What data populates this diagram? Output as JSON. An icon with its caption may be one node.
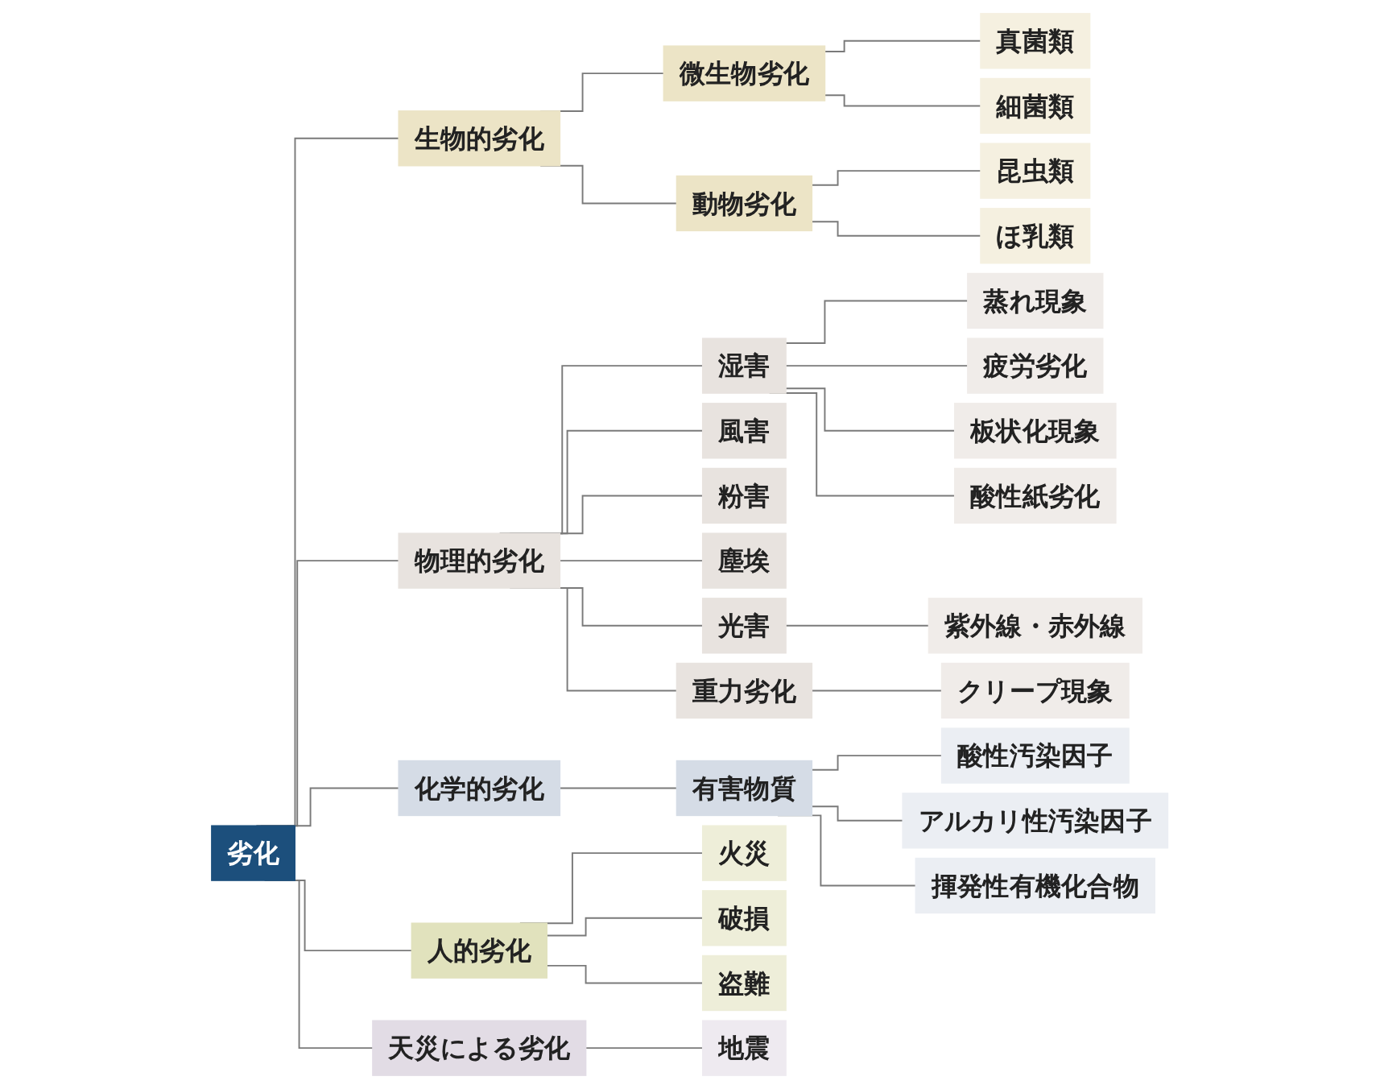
{
  "diagram": {
    "nodes": [
      {
        "text": [
          "劣化"
        ]
      },
      {
        "text": [
          "生物的劣化"
        ]
      },
      {
        "text": [
          "微生物劣化"
        ]
      },
      {
        "text": [
          "真菌類"
        ]
      },
      {
        "text": [
          "細菌類"
        ]
      },
      {
        "text": [
          "動物劣化"
        ]
      },
      {
        "text": [
          "昆虫類"
        ]
      },
      {
        "text": [
          "ほ乳類"
        ]
      },
      {
        "text": [
          "物理的劣化"
        ]
      },
      {
        "text": [
          "湿害"
        ]
      },
      {
        "text": [
          "蒸れ現象"
        ]
      },
      {
        "text": [
          "疲労劣化"
        ]
      },
      {
        "text": [
          "板状化現象"
        ]
      },
      {
        "text": [
          "酸性紙劣化"
        ]
      },
      {
        "text": [
          "風害"
        ]
      },
      {
        "text": [
          "粉害"
        ]
      },
      {
        "text": [
          "塵埃"
        ]
      },
      {
        "text": [
          "光害"
        ]
      },
      {
        "text": [
          "紫外線・赤外線"
        ]
      },
      {
        "text": [
          "重力劣化"
        ]
      },
      {
        "text": [
          "クリープ現象"
        ]
      },
      {
        "text": [
          "化学的劣化"
        ]
      },
      {
        "text": [
          "有害物質"
        ]
      },
      {
        "text": [
          "酸性汚染因子"
        ]
      },
      {
        "text": [
          "アルカリ性汚染因子"
        ]
      },
      {
        "text": [
          "揮発性有機化合物"
        ]
      },
      {
        "text": [
          "人的劣化"
        ]
      },
      {
        "text": [
          "火災"
        ]
      },
      {
        "text": [
          "破損"
        ]
      },
      {
        "text": [
          "盗難"
        ]
      },
      {
        "text": [
          "天災による劣化"
        ]
      },
      {
        "text": [
          "地震"
        ]
      }
    ],
    "edges": [
      {
        "from": 0,
        "to": 1,
        "arrow": "none"
      },
      {
        "from": 1,
        "to": 2,
        "arrow": "none"
      },
      {
        "from": 2,
        "to": 3,
        "arrow": "none"
      },
      {
        "from": 2,
        "to": 4,
        "arrow": "none"
      },
      {
        "from": 1,
        "to": 5,
        "arrow": "none"
      },
      {
        "from": 5,
        "to": 6,
        "arrow": "none"
      },
      {
        "from": 5,
        "to": 7,
        "arrow": "none"
      },
      {
        "from": 0,
        "to": 8,
        "arrow": "none"
      },
      {
        "from": 8,
        "to": 9,
        "arrow": "none"
      },
      {
        "from": 9,
        "to": 10,
        "arrow": "none"
      },
      {
        "from": 9,
        "to": 11,
        "arrow": "none"
      },
      {
        "from": 9,
        "to": 12,
        "arrow": "none"
      },
      {
        "from": 9,
        "to": 13,
        "arrow": "none"
      },
      {
        "from": 8,
        "to": 14,
        "arrow": "none"
      },
      {
        "from": 8,
        "to": 15,
        "arrow": "none"
      },
      {
        "from": 8,
        "to": 16,
        "arrow": "none"
      },
      {
        "from": 8,
        "to": 17,
        "arrow": "none"
      },
      {
        "from": 17,
        "to": 18,
        "arrow": "none"
      },
      {
        "from": 8,
        "to": 19,
        "arrow": "none"
      },
      {
        "from": 19,
        "to": 20,
        "arrow": "none"
      },
      {
        "from": 0,
        "to": 21,
        "arrow": "none"
      },
      {
        "from": 21,
        "to": 22,
        "arrow": "none"
      },
      {
        "from": 22,
        "to": 23,
        "arrow": "none"
      },
      {
        "from": 22,
        "to": 24,
        "arrow": "none"
      },
      {
        "from": 22,
        "to": 25,
        "arrow": "none"
      },
      {
        "from": 0,
        "to": 26,
        "arrow": "none"
      },
      {
        "from": 26,
        "to": 27,
        "arrow": "none"
      },
      {
        "from": 26,
        "to": 28,
        "arrow": "none"
      },
      {
        "from": 26,
        "to": 29,
        "arrow": "none"
      },
      {
        "from": 0,
        "to": 30,
        "arrow": "none"
      },
      {
        "from": 30,
        "to": 31,
        "arrow": "none"
      }
    ]
  }
}
